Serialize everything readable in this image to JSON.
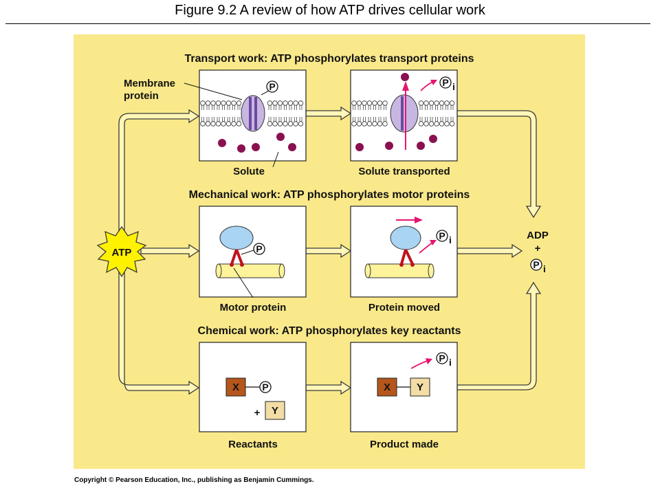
{
  "page": {
    "title": "Figure 9.2  A review of how ATP drives cellular work",
    "copyright": "Copyright © Pearson Education, Inc., publishing as Benjamin Cummings."
  },
  "diagram": {
    "colors": {
      "background": "#F9E98A",
      "panel": "#FFFFFF",
      "arrow_fill": "#FFF6B8",
      "arrow_stroke": "#3A3A3A",
      "atp_star": "#FFF200",
      "solute": "#8A1050",
      "motor_blue": "#A9D4F2",
      "magenta_arrow": "#E6156E",
      "x_box": "#B5561C",
      "y_box": "#F3DDA6"
    },
    "sections": [
      {
        "title": "Transport work: ATP phosphorylates transport proteins",
        "left_caption": "Solute",
        "right_caption": "Solute transported",
        "callout": [
          "Membrane",
          "protein"
        ]
      },
      {
        "title": "Mechanical work: ATP phosphorylates motor proteins",
        "left_caption": "Motor protein",
        "right_caption": "Protein moved"
      },
      {
        "title": "Chemical work: ATP phosphorylates key reactants",
        "left_caption": "Reactants",
        "right_caption": "Product made"
      }
    ],
    "atp_label": "ATP",
    "products": {
      "adp": "ADP",
      "plus": "+",
      "pi_letter": "P",
      "pi_sub": "i"
    },
    "phosphate_letter": "P",
    "phosphate_sub": "i",
    "chem": {
      "x": "X",
      "y": "Y",
      "plus": "+"
    }
  }
}
